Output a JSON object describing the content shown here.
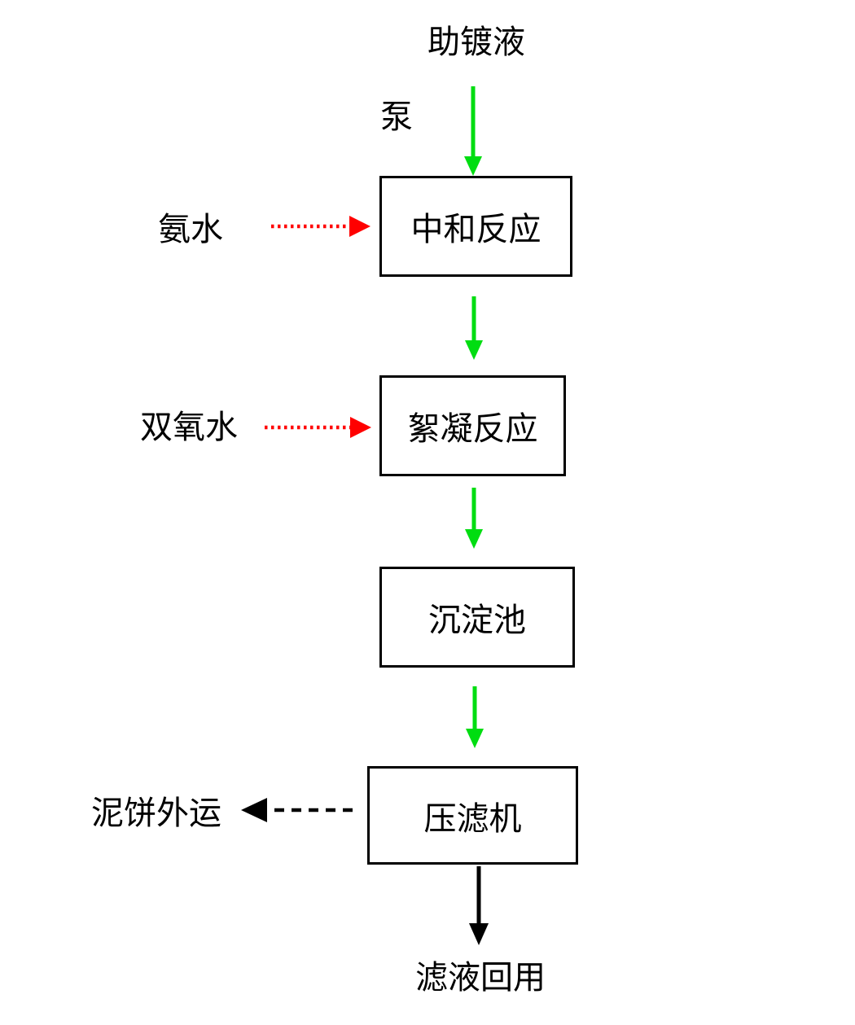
{
  "diagram": {
    "source_label": "助镀液",
    "pump_label": "泵",
    "boxes": [
      {
        "label": "中和反应"
      },
      {
        "label": "絮凝反应"
      },
      {
        "label": "沉淀池"
      },
      {
        "label": "压滤机"
      }
    ],
    "side_inputs": [
      {
        "label": "氨水"
      },
      {
        "label": "双氧水"
      }
    ],
    "outputs": [
      {
        "label": "泥饼外运"
      },
      {
        "label": "滤液回用"
      }
    ],
    "colors": {
      "flow_arrow": "#00dd11",
      "dosing_arrow": "#ff0000",
      "output_arrow": "#000000",
      "box_border": "#000000",
      "text": "#000000",
      "background": "#ffffff"
    }
  }
}
